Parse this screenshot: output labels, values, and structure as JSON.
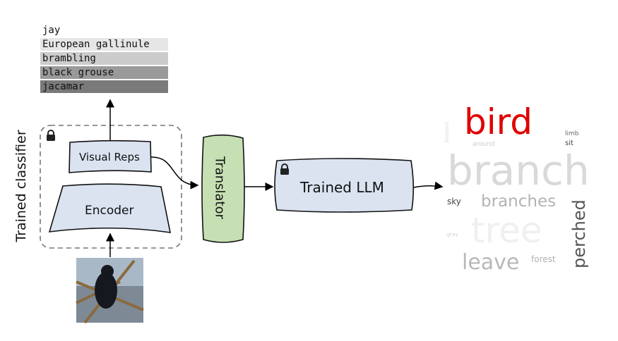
{
  "classifier_title": "Trained classifier",
  "predictions": [
    {
      "label": "jay",
      "shade": "#ffffff"
    },
    {
      "label": "European gallinule",
      "shade": "#e6e6e6"
    },
    {
      "label": "brambling",
      "shade": "#cccccc"
    },
    {
      "label": "black grouse",
      "shade": "#9a9a9a"
    },
    {
      "label": "jacamar",
      "shade": "#7a7a7a"
    }
  ],
  "boxes": {
    "visual_reps": "Visual Reps",
    "encoder": "Encoder",
    "translator": "Translator",
    "llm": "Trained LLM"
  },
  "colors": {
    "blue_box": "#dbe3f1",
    "green_box": "#c6e0b4",
    "accent": "#e00000"
  },
  "word_cloud": [
    {
      "word": "bird",
      "color": "#e00000"
    },
    {
      "word": "branch",
      "color": "#d9d9d9"
    },
    {
      "word": "tree",
      "color": "#f0f0f0"
    },
    {
      "word": "branches",
      "color": "#b3b3b3"
    },
    {
      "word": "perched",
      "color": "#555555"
    },
    {
      "word": "leave",
      "color": "#b8b8b8"
    },
    {
      "word": "forest",
      "color": "#b0b0b0"
    },
    {
      "word": "sky",
      "color": "#444444"
    },
    {
      "word": "around",
      "color": "#cccccc"
    },
    {
      "word": "sit",
      "color": "#444444"
    },
    {
      "word": "limb",
      "color": "#666666"
    },
    {
      "word": "gray",
      "color": "#d0d0d0"
    },
    {
      "word": "bluebird",
      "color": "#d8d8d8"
    }
  ]
}
